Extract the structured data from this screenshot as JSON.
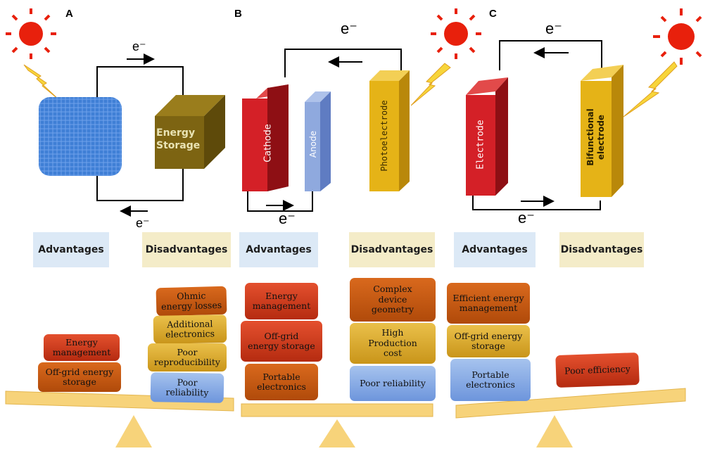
{
  "panels": {
    "a": {
      "label": "A",
      "electron_top": "e⁻",
      "electron_bottom": "e⁻",
      "storage_label": "Energy\nStorage",
      "advantages_header": "Advantages",
      "disadvantages_header": "Disadvantages",
      "advantages": [
        "Energy\nmanagement",
        "Off-grid energy\nstorage"
      ],
      "disadvantages": [
        "Ohmic\nenergy losses",
        "Additional\nelectronics",
        "Poor\nreproducibility",
        "Poor\nreliability"
      ]
    },
    "b": {
      "label": "B",
      "electron_top": "e⁻",
      "electron_bottom": "e⁻",
      "cathode_label": "Cathode",
      "anode_label": "Anode",
      "photoelectrode_label": "Photoelectrode",
      "advantages_header": "Advantages",
      "disadvantages_header": "Disadvantages",
      "advantages": [
        "Energy\nmanagement",
        "Off-grid\nenergy storage",
        "Portable\nelectronics"
      ],
      "disadvantages": [
        "Complex\ndevice\ngeometry",
        "High\nProduction\ncost",
        "Poor reliability"
      ]
    },
    "c": {
      "label": "C",
      "electron_top": "e⁻",
      "electron_bottom": "e⁻",
      "electrode_label": "Electrode",
      "bifunctional_label": "Bifunctional\nelectrode",
      "advantages_header": "Advantages",
      "disadvantages_header": "Disadvantages",
      "advantages": [
        "Efficient energy\nmanagement",
        "Off-grid energy\nstorage",
        "Portable\nelectronics"
      ],
      "disadvantages": [
        "Poor efficiency"
      ]
    }
  },
  "colors": {
    "sun": "#e8200c",
    "bolt": "#f7d53a",
    "pv_panel": "#3f7fd6",
    "storage_cube": "#7d6412",
    "cathode": "#d42027",
    "anode": "#8fa9de",
    "photoelectrode": "#e5b317",
    "beam": "#f7d37a"
  }
}
